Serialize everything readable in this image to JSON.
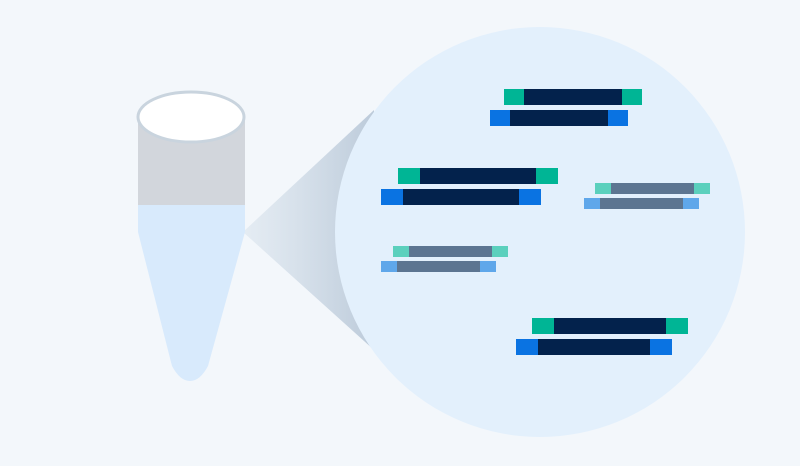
{
  "colors": {
    "background": "#f3f7fb",
    "magnifier_fill": "#e3f0fc",
    "cone_shadow": "#c3d0de",
    "tube_body": "#d2d6dc",
    "tube_cap_fill": "#ffffff",
    "tube_cap_stroke": "#c9d4de",
    "tube_liquid": "#d8eafc",
    "adapter_teal": "#00b595",
    "adapter_blue": "#0a73e2",
    "insert_dark": "#03224c",
    "adapter_teal_faded": "#5bd0bd",
    "adapter_blue_faded": "#5fa7ea",
    "insert_faded": "#5c7591"
  },
  "diagram": {
    "elements": [
      "sample-tube",
      "magnifier-circle",
      "dna-fragment-1",
      "dna-fragment-2",
      "dna-fragment-3",
      "dna-fragment-4",
      "dna-fragment-5"
    ],
    "fragment_count": 5,
    "faded_fragment_count": 2
  }
}
